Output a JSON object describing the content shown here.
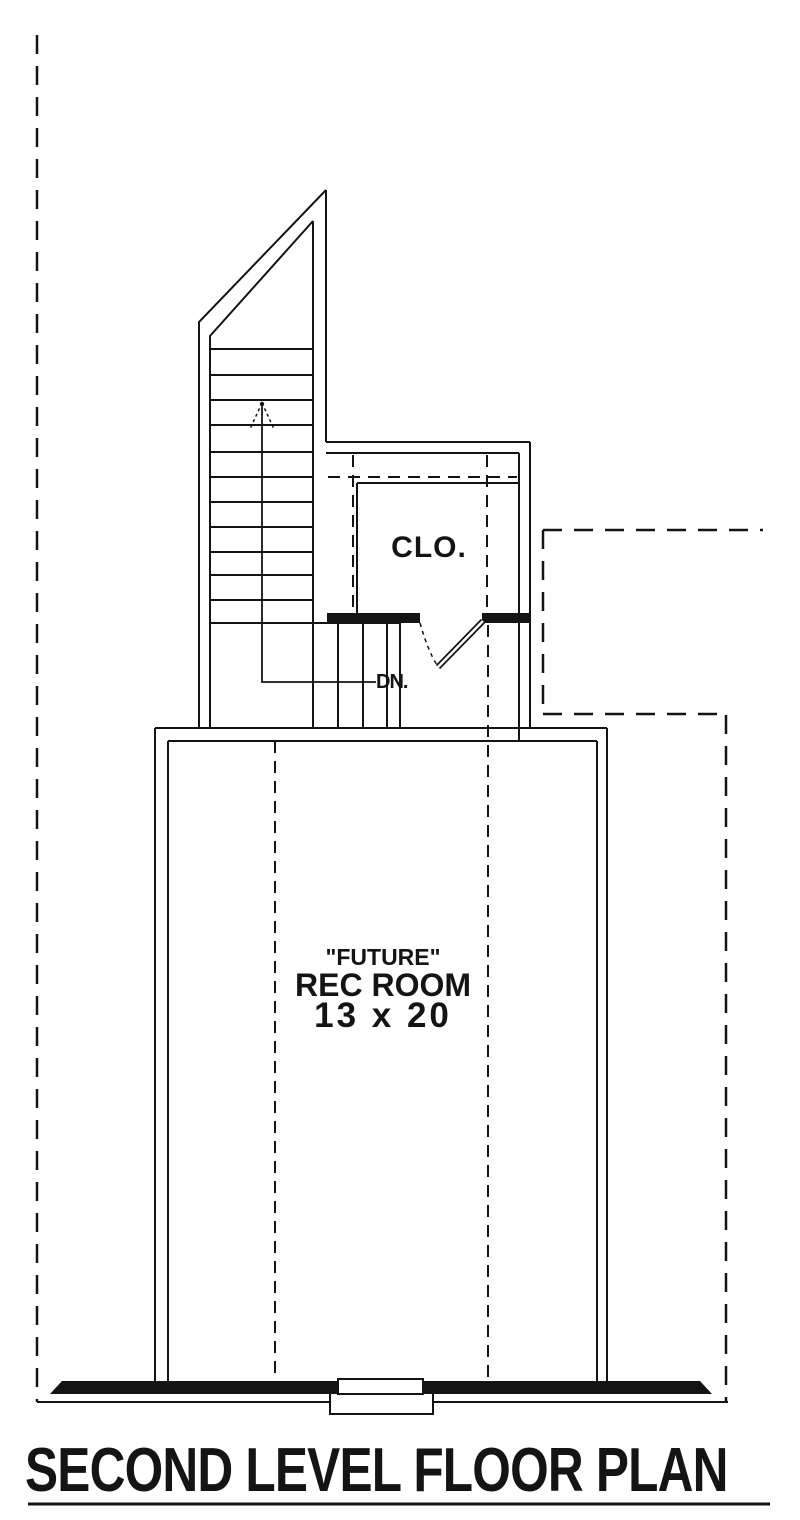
{
  "drawing": {
    "kind": "architectural floor plan, second level",
    "labels": {
      "closet": "CLO.",
      "down": "DN.",
      "future": "\"FUTURE\"",
      "room_name": "REC ROOM",
      "room_size": "13 x 20",
      "title": "SECOND LEVEL FLOOR PLAN"
    },
    "colors": {
      "line": "#141414",
      "bg": "#ffffff"
    }
  }
}
